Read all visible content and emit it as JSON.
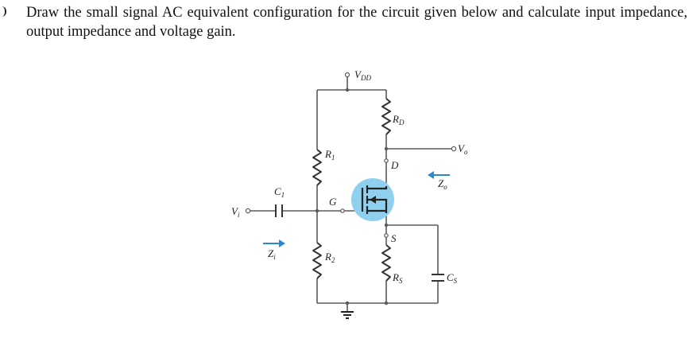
{
  "question": {
    "text": "Draw the small signal AC equivalent configuration for the circuit given below and calculate input impedance, output impedance and voltage gain."
  },
  "circuit": {
    "labels": {
      "vdd_main": "V",
      "vdd_sub": "DD",
      "rd_main": "R",
      "rd_sub": "D",
      "r1_main": "R",
      "r1_sub": "1",
      "r2_main": "R",
      "r2_sub": "2",
      "c1_main": "C",
      "c1_sub": "1",
      "rs_main": "R",
      "rs_sub": "S",
      "cs_main": "C",
      "cs_sub": "S",
      "vo_main": "V",
      "vo_sub": "o",
      "vi_main": "V",
      "vi_sub": "i",
      "zo_main": "Z",
      "zo_sub": "o",
      "zi_main": "Z",
      "zi_sub": "i",
      "drain": "D",
      "gate": "G",
      "source": "S"
    },
    "colors": {
      "wire": "#5a5a5a",
      "mosfet_highlight": "#8fd0ee",
      "arrow": "#2a8ad0"
    }
  }
}
